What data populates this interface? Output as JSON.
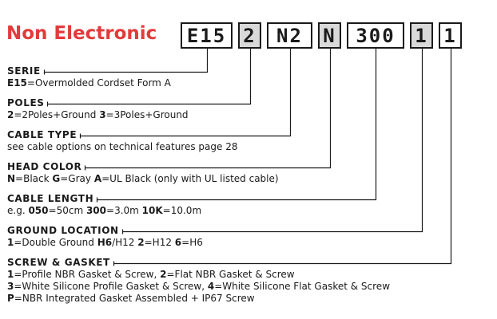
{
  "title": "Non Electronic",
  "code_boxes": [
    {
      "text": "E15",
      "shade": "white"
    },
    {
      "text": "2",
      "shade": "gray"
    },
    {
      "text": "N2",
      "shade": "white"
    },
    {
      "text": "N",
      "shade": "gray"
    },
    {
      "text": "300",
      "shade": "white"
    },
    {
      "text": "1",
      "shade": "gray"
    },
    {
      "text": "1",
      "shade": "white"
    }
  ],
  "sections": [
    {
      "heading": "SERIE",
      "lines": [
        [
          {
            "t": "E15",
            "b": true
          },
          {
            "t": "=Overmolded Cordset Form A"
          }
        ]
      ]
    },
    {
      "heading": "POLES",
      "lines": [
        [
          {
            "t": "2",
            "b": true
          },
          {
            "t": "=2Poles+Ground  "
          },
          {
            "t": "3",
            "b": true
          },
          {
            "t": "=3Poles+Ground"
          }
        ]
      ]
    },
    {
      "heading": "CABLE TYPE",
      "lines": [
        [
          {
            "t": "see cable options on technical features page 28"
          }
        ]
      ]
    },
    {
      "heading": "HEAD COLOR",
      "lines": [
        [
          {
            "t": "N",
            "b": true
          },
          {
            "t": "=Black  "
          },
          {
            "t": "G",
            "b": true
          },
          {
            "t": "=Gray  "
          },
          {
            "t": "A",
            "b": true
          },
          {
            "t": "=UL Black (only with UL listed cable)"
          }
        ]
      ]
    },
    {
      "heading": "CABLE LENGTH",
      "lines": [
        [
          {
            "t": "e.g. "
          },
          {
            "t": "050",
            "b": true
          },
          {
            "t": "=50cm  "
          },
          {
            "t": "300",
            "b": true
          },
          {
            "t": "=3.0m  "
          },
          {
            "t": "10K",
            "b": true
          },
          {
            "t": "=10.0m"
          }
        ]
      ]
    },
    {
      "heading": "GROUND LOCATION",
      "lines": [
        [
          {
            "t": "1",
            "b": true
          },
          {
            "t": "=Double Ground "
          },
          {
            "t": "H6",
            "b": true
          },
          {
            "t": "/H12  "
          },
          {
            "t": "2",
            "b": true
          },
          {
            "t": "=H12  "
          },
          {
            "t": "6",
            "b": true
          },
          {
            "t": "=H6"
          }
        ]
      ]
    },
    {
      "heading": "SCREW & GASKET",
      "lines": [
        [
          {
            "t": "1",
            "b": true
          },
          {
            "t": "=Profile NBR Gasket & Screw, "
          },
          {
            "t": "2",
            "b": true
          },
          {
            "t": "=Flat NBR Gasket & Screw"
          }
        ],
        [
          {
            "t": "3",
            "b": true
          },
          {
            "t": "=White Silicone Profile Gasket & Screw, "
          },
          {
            "t": "4",
            "b": true
          },
          {
            "t": "=White Silicone Flat Gasket & Screw"
          }
        ],
        [
          {
            "t": "P",
            "b": true
          },
          {
            "t": "=NBR Integrated Gasket Assembled + IP67 Screw"
          }
        ]
      ]
    }
  ]
}
